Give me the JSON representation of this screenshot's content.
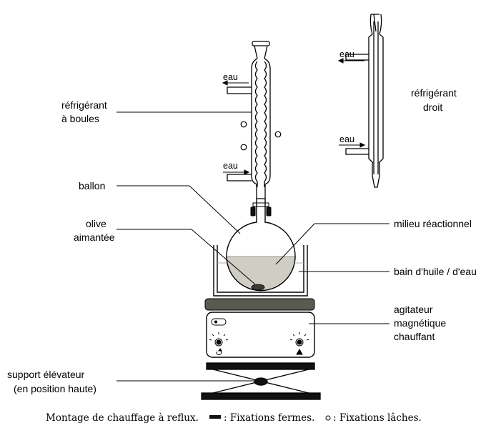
{
  "labels": {
    "refrigerant_boules_l1": "réfrigérant",
    "refrigerant_boules_l2": "à boules",
    "refrigerant_droit_l1": "réfrigérant",
    "refrigerant_droit_l2": "droit",
    "eau_out_left": "eau",
    "eau_in_left": "eau",
    "eau_out_right": "eau",
    "eau_in_right": "eau",
    "ballon": "ballon",
    "olive_l1": "olive",
    "olive_l2": "aimantée",
    "milieu": "milieu réactionnel",
    "bain": "bain d'huile / d'eau",
    "agitateur_l1": "agitateur",
    "agitateur_l2": "magnétique",
    "agitateur_l3": "chauffant",
    "support_l1": "support élévateur",
    "support_l2": "(en position haute)"
  },
  "caption": {
    "part1": "Montage de chauffage à reflux.",
    "part2": ": Fixations fermes.",
    "part3": ": Fixations lâches."
  },
  "colors": {
    "line": "#000000",
    "liquid": "#cfcdc4",
    "plate": "#5a5a52",
    "olive": "#3a3a34"
  }
}
